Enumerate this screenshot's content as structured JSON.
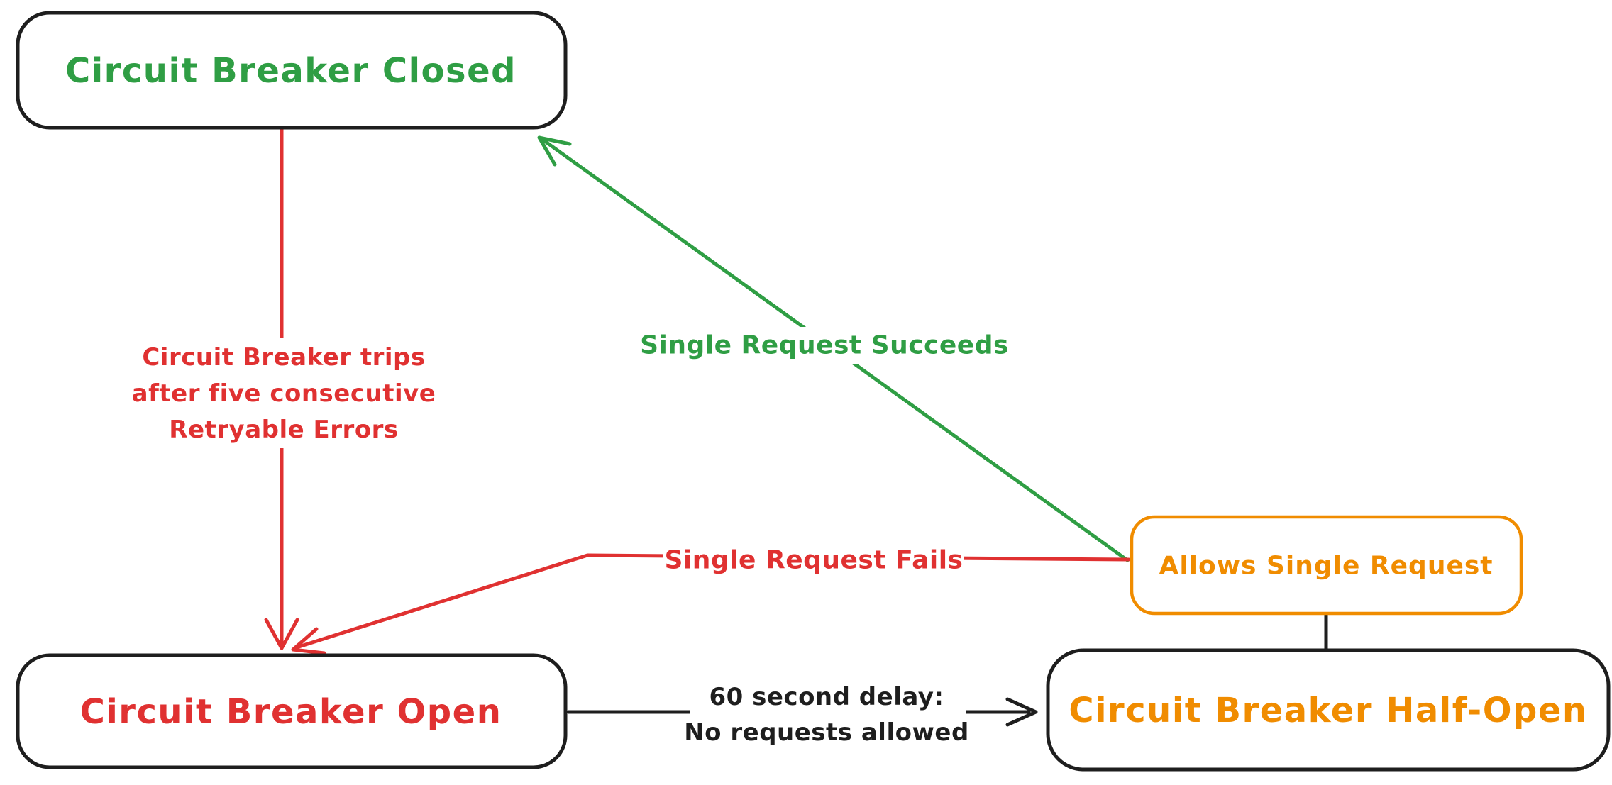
{
  "colors": {
    "green": "#2f9e44",
    "red": "#e03131",
    "orange": "#f08c00",
    "black": "#1e1e1e",
    "background": "#ffffff"
  },
  "nodes": {
    "closed": {
      "label": "Circuit Breaker Closed"
    },
    "open": {
      "label": "Circuit Breaker Open"
    },
    "half_open": {
      "label": "Circuit Breaker Half-Open"
    },
    "allows_single_request": {
      "label": "Allows Single Request"
    }
  },
  "edges": {
    "trip": {
      "label_lines": [
        "Circuit Breaker trips",
        "after five consecutive",
        "Retryable Errors"
      ]
    },
    "single_request_succeeds": {
      "label": "Single Request Succeeds"
    },
    "single_request_fails": {
      "label": "Single Request Fails"
    },
    "delay": {
      "label_lines": [
        "60 second delay:",
        "No requests allowed"
      ]
    }
  }
}
